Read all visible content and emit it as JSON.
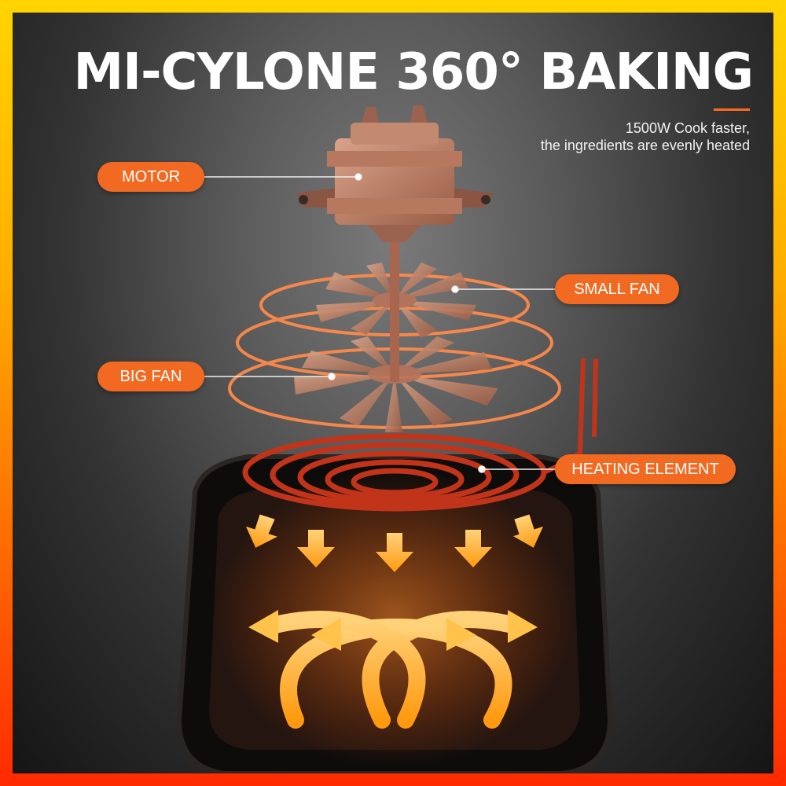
{
  "title": "MI-CYLONE 360° BAKING",
  "subtitle": {
    "line1": "1500W Cook faster,",
    "line2": "the ingredients are evenly heated"
  },
  "labels": {
    "motor": "MOTOR",
    "small_fan": "SMALL FAN",
    "big_fan": "BIG FAN",
    "heating_element": "HEATING ELEMENT"
  },
  "colors": {
    "accent": "#f26a22",
    "frame_top": "#ffd400",
    "frame_bottom": "#ff2a00",
    "airflow": "#ffb52e"
  }
}
